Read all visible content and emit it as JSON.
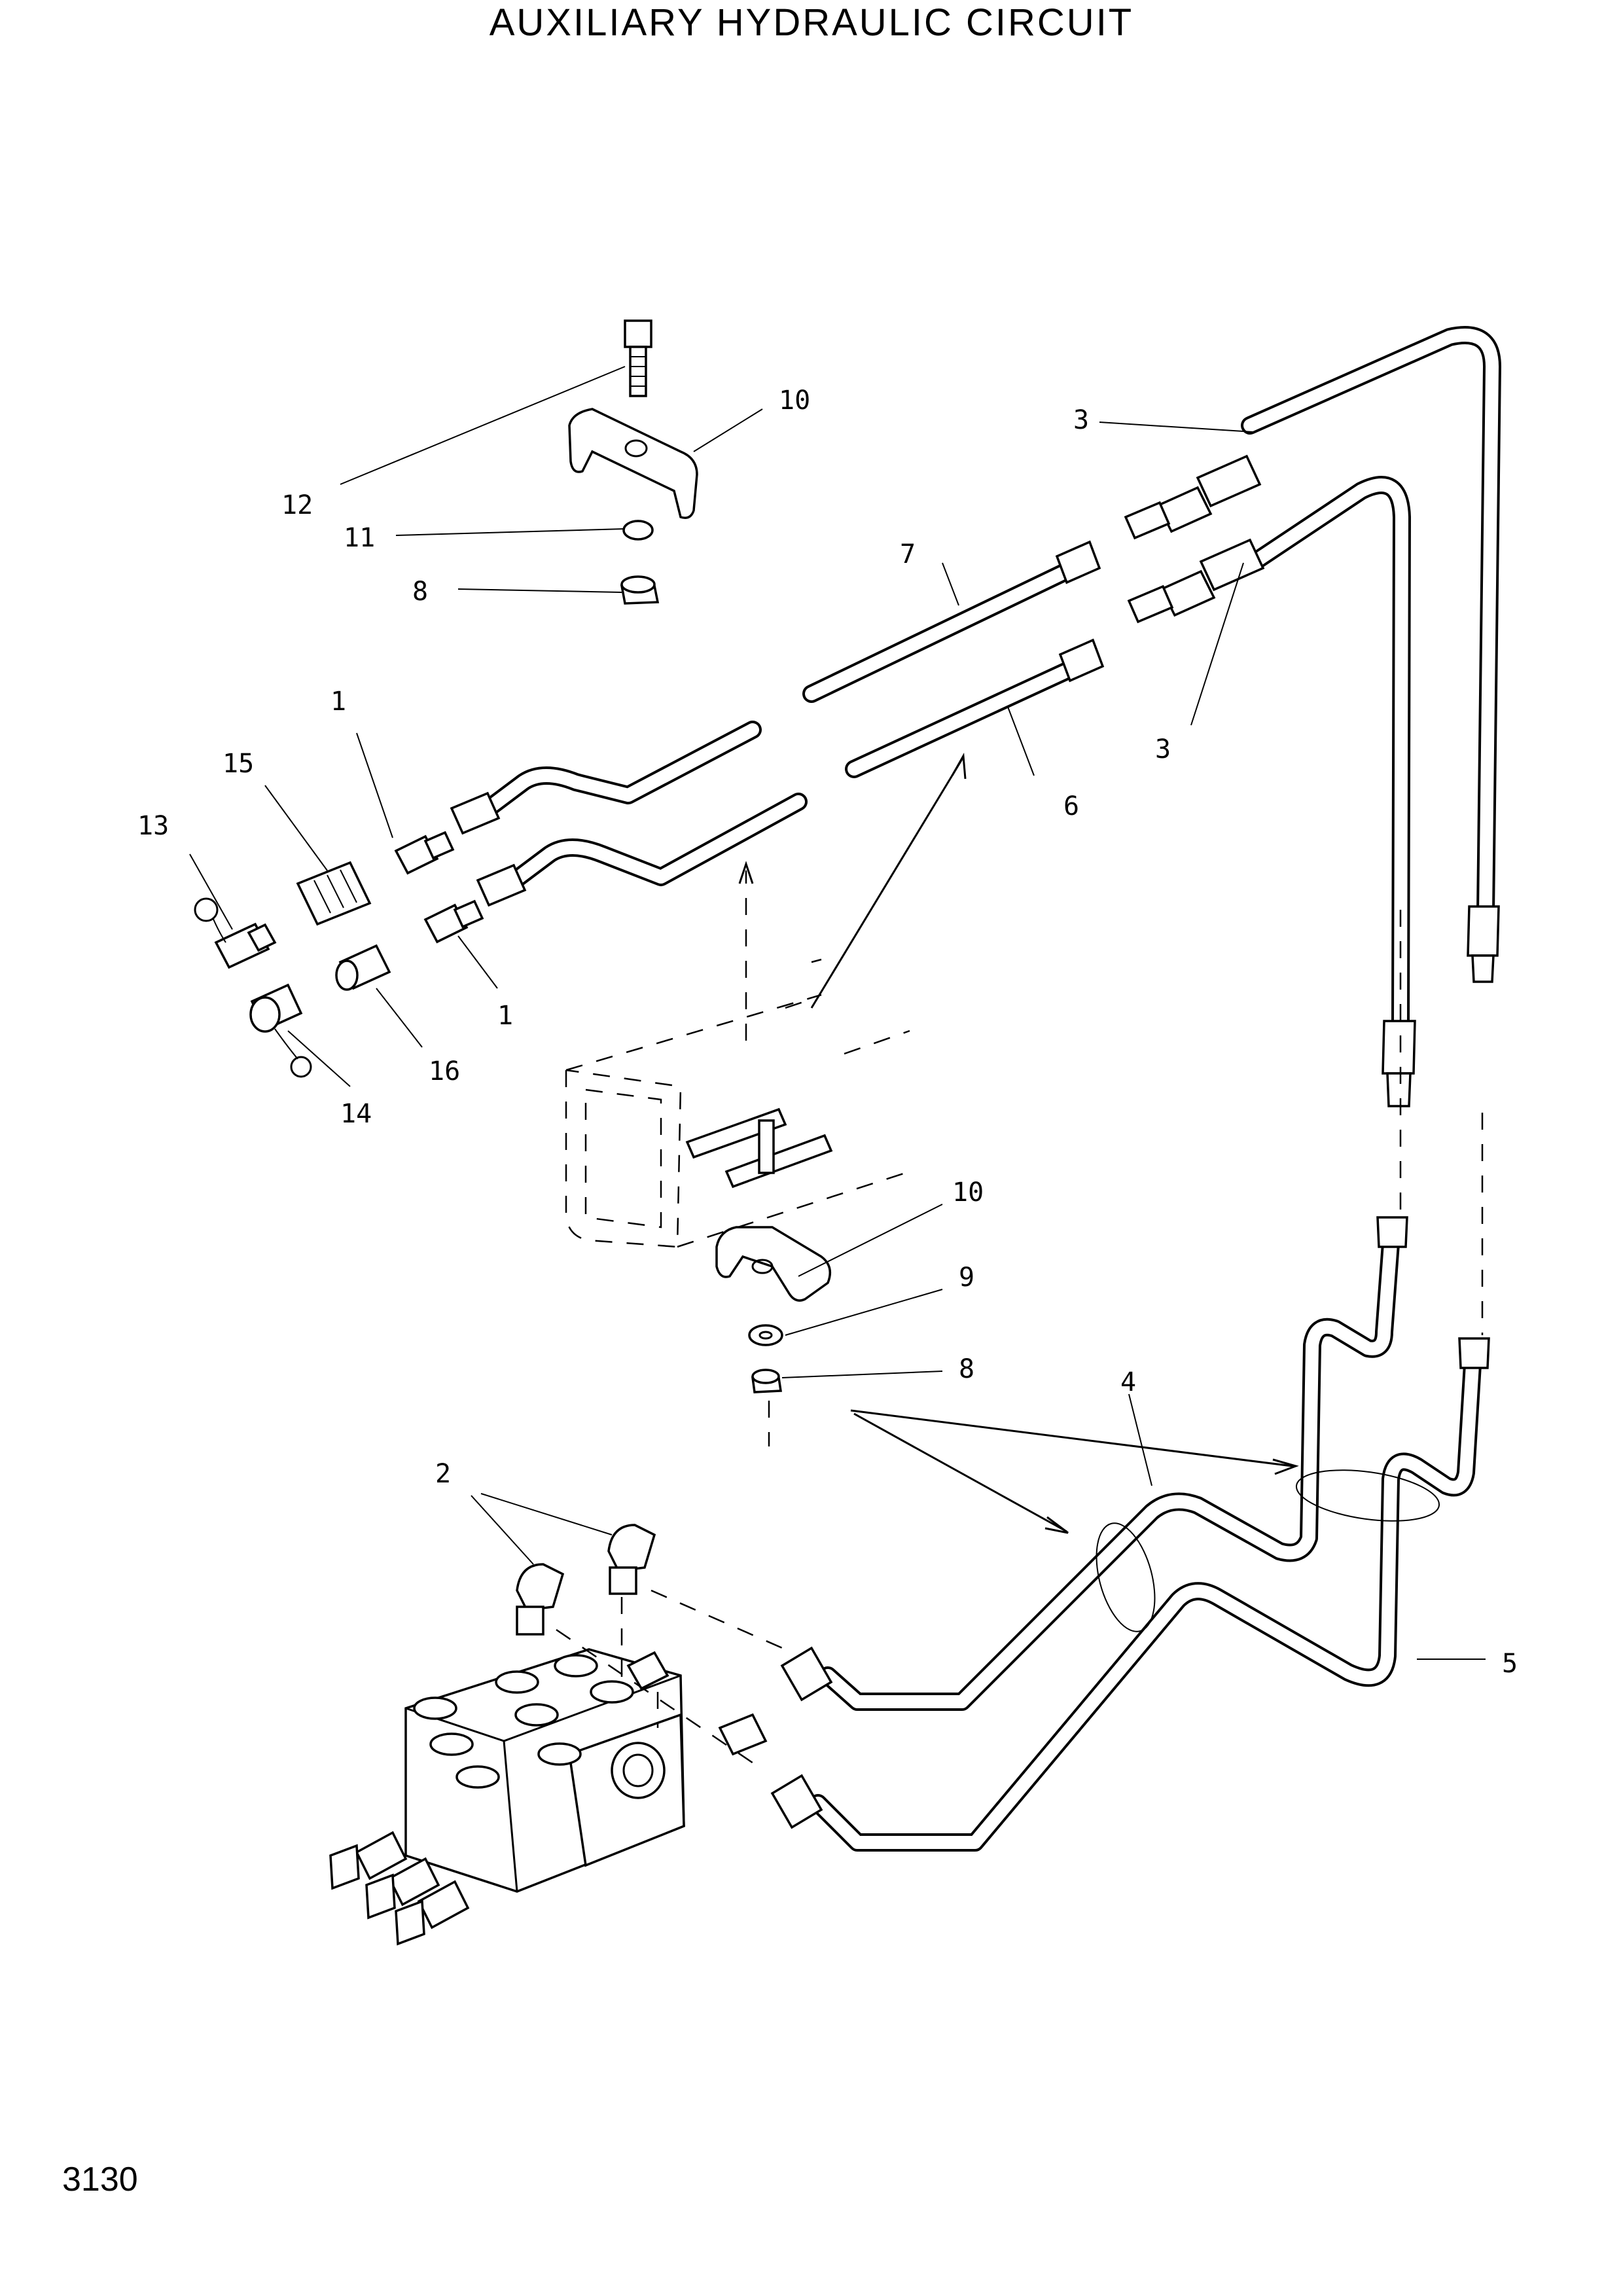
{
  "title": "AUXILIARY  HYDRAULIC  CIRCUIT",
  "page_number": "3130",
  "callouts": {
    "c1a": "1",
    "c1b": "1",
    "c2": "2",
    "c3a": "3",
    "c3b": "3",
    "c4": "4",
    "c5": "5",
    "c6": "6",
    "c7": "7",
    "c8a": "8",
    "c8b": "8",
    "c9": "9",
    "c10a": "10",
    "c10b": "10",
    "c11": "11",
    "c12": "12",
    "c13": "13",
    "c14": "14",
    "c15": "15",
    "c16": "16"
  }
}
